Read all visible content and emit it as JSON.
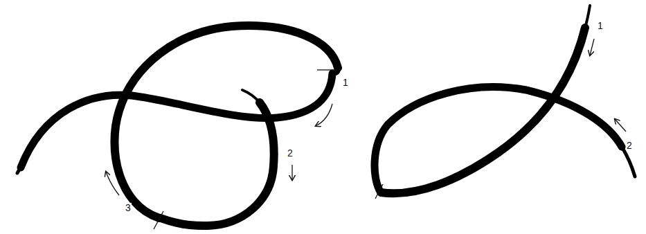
{
  "diagram": {
    "labels": [
      "1",
      "2",
      "3",
      "1",
      "2"
    ]
  }
}
